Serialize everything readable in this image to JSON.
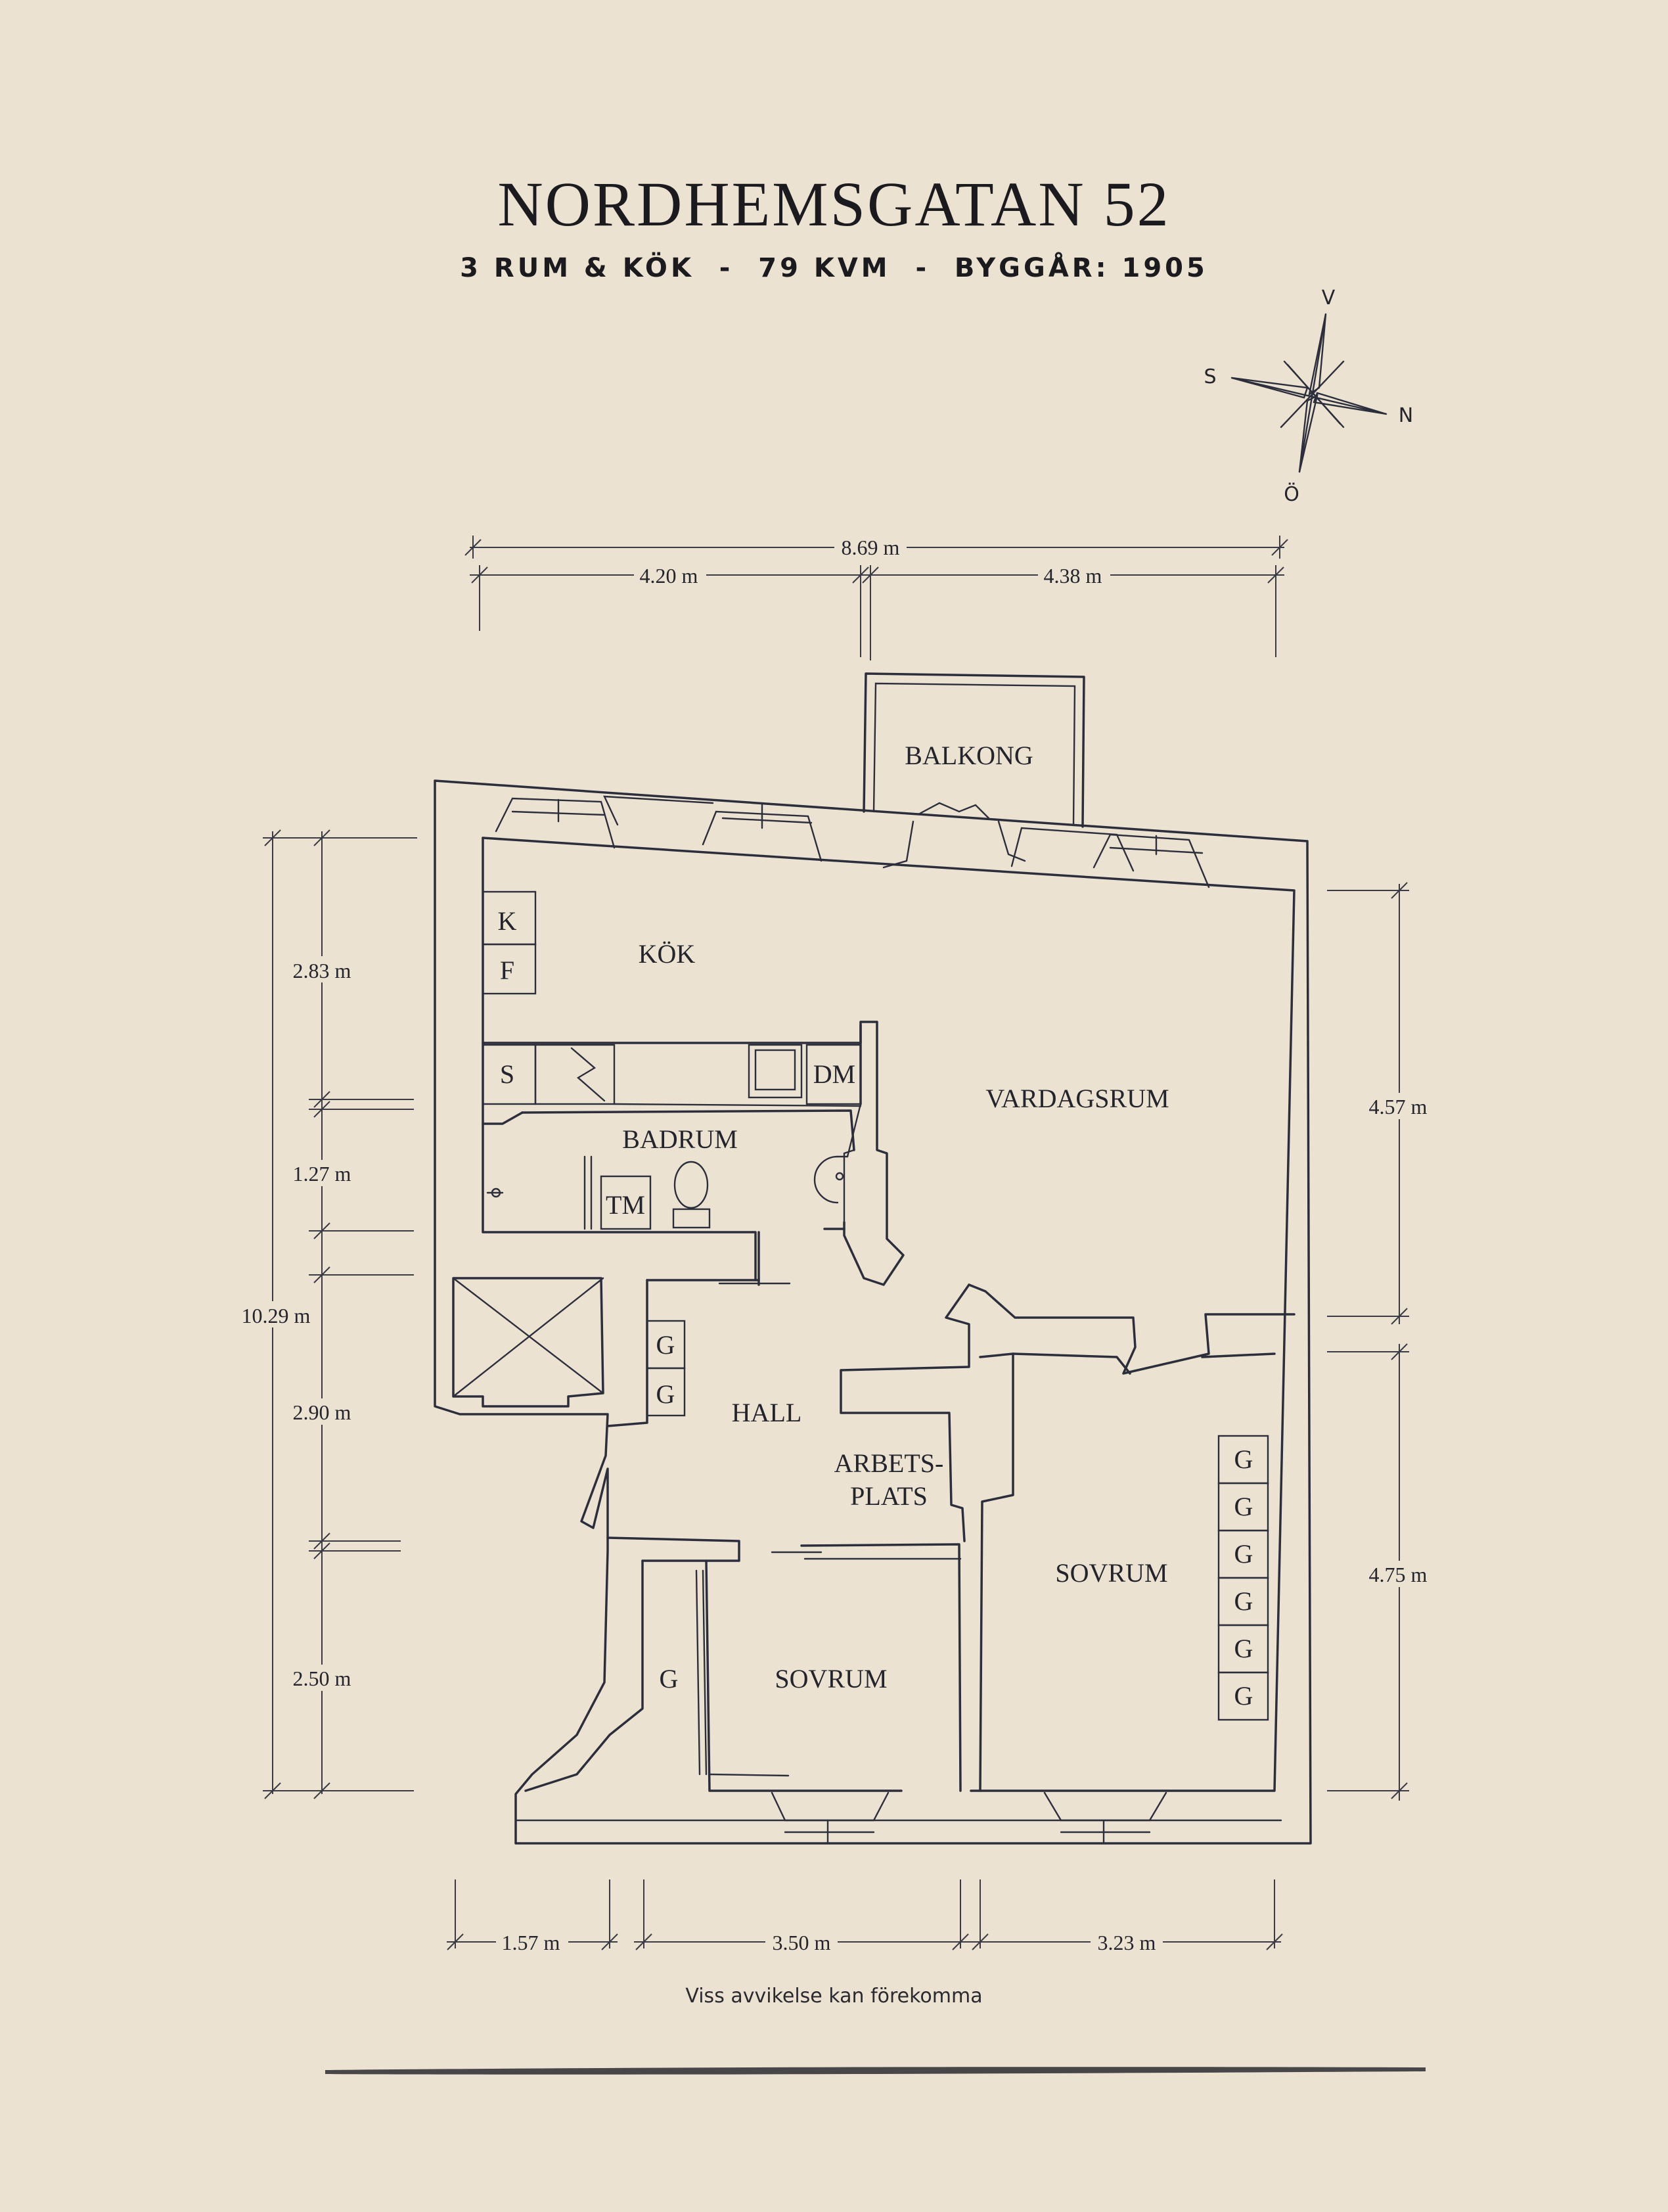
{
  "header": {
    "title": "NORDHEMSGATAN 52",
    "subtitle": "3 RUM & KÖK  -  79 KVM  -  BYGGÅR: 1905"
  },
  "compass": {
    "north": "N",
    "south": "S",
    "east": "Ö",
    "west": "V"
  },
  "rooms": {
    "kok": "KÖK",
    "balkong": "BALKONG",
    "vardagsrum": "VARDAGSRUM",
    "badrum": "BADRUM",
    "hall": "HALL",
    "arbetsplats_line1": "ARBETS-",
    "arbetsplats_line2": "PLATS",
    "sovrum_small": "SOVRUM",
    "sovrum_large": "SOVRUM"
  },
  "fixtures": {
    "fridge": "K",
    "freezer": "F",
    "stove": "S",
    "dishwasher": "DM",
    "washer": "TM",
    "wardrobe": "G"
  },
  "dimensions": {
    "total_width": "8.69 m",
    "top_left": "4.20 m",
    "top_right": "4.38 m",
    "total_height": "10.29 m",
    "left_1": "2.83 m",
    "left_2": "1.27 m",
    "left_3": "2.90 m",
    "left_4": "2.50 m",
    "right_1": "4.57 m",
    "right_2": "4.75 m",
    "bottom_1": "1.57 m",
    "bottom_2": "3.50 m",
    "bottom_3": "3.23 m"
  },
  "disclaimer": "Viss avvikelse kan förekomma"
}
